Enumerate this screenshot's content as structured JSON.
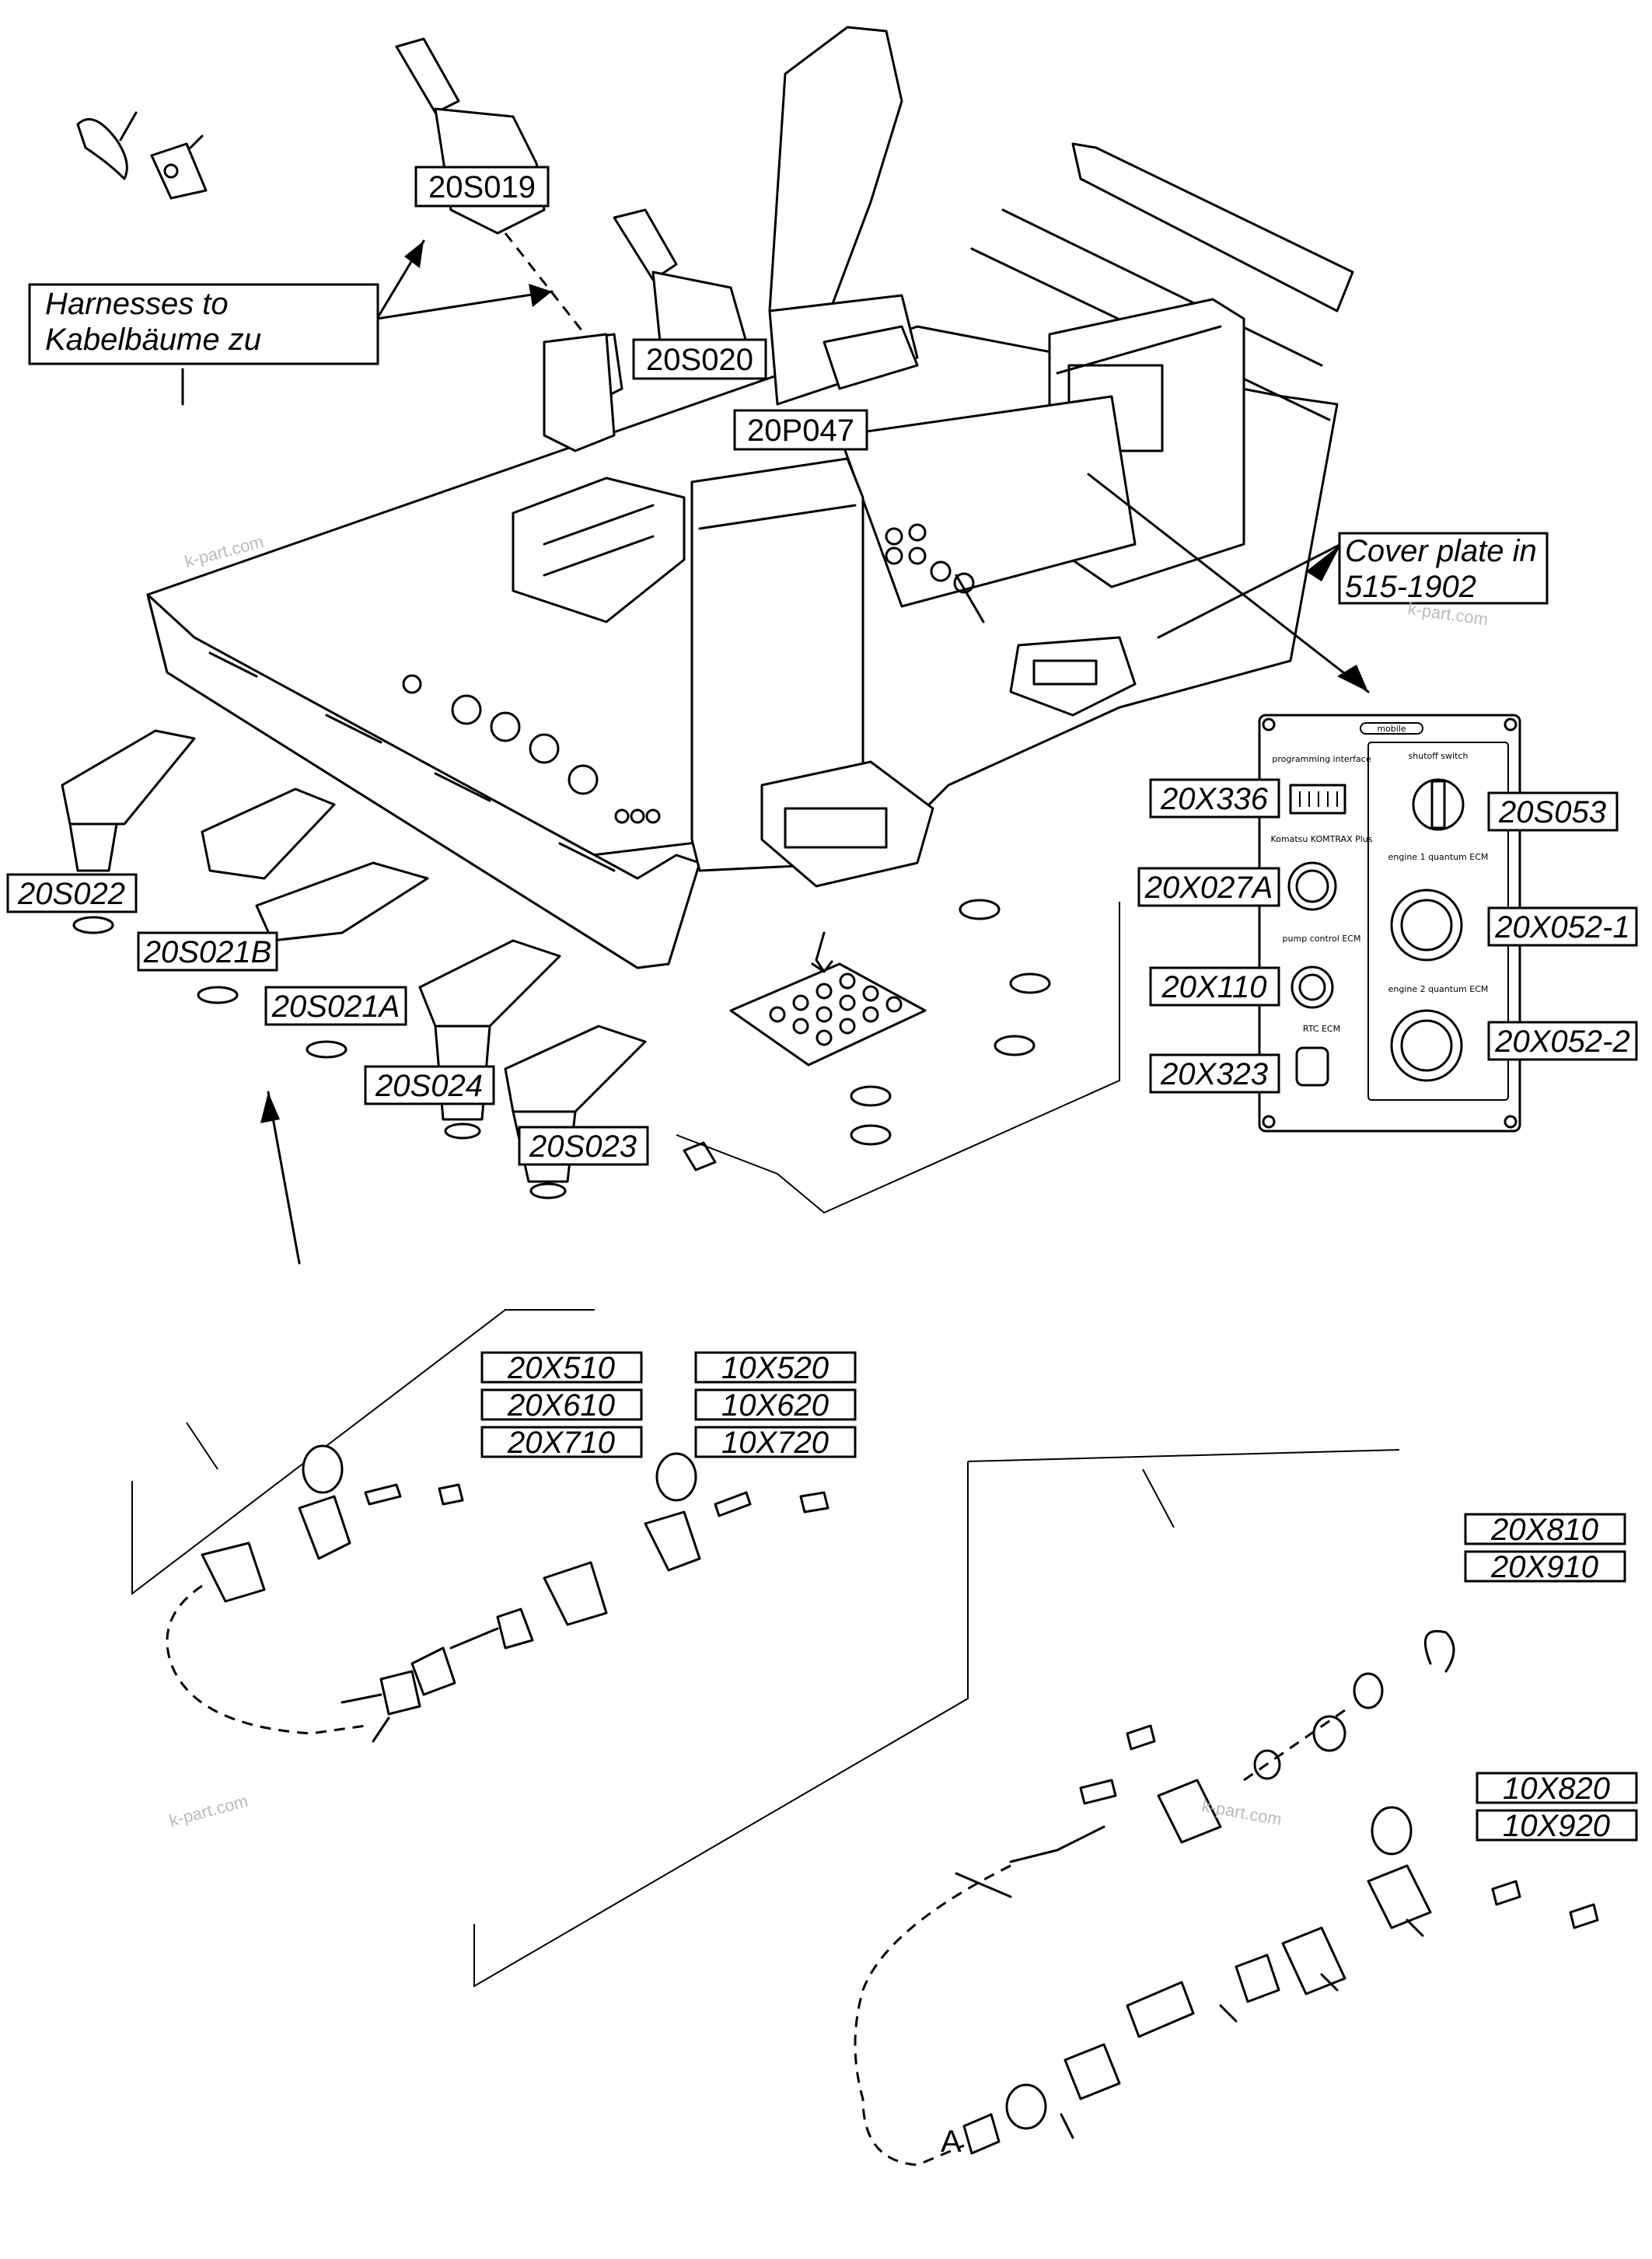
{
  "callouts": {
    "harnesses": [
      "Harnesses to",
      "Kabelbäume zu"
    ],
    "cover_plate": [
      "Cover plate in",
      "515-1902"
    ]
  },
  "labels": {
    "s019": "20S019",
    "s020": "20S020",
    "p047": "20P047",
    "s022": "20S022",
    "s021b": "20S021B",
    "s021a": "20S021A",
    "s024": "20S024",
    "s023": "20S023",
    "x336": "20X336",
    "x027a": "20X027A",
    "x110": "20X110",
    "x323": "20X323",
    "s053": "20S053",
    "x052_1": "20X052-1",
    "x052_2": "20X052-2"
  },
  "connector_labels": {
    "left": [
      "20X510",
      "20X610",
      "20X710"
    ],
    "right": [
      "10X520",
      "10X620",
      "10X720"
    ],
    "group_810": [
      "20X810",
      "20X910"
    ],
    "group_820": [
      "10X820",
      "10X920"
    ]
  },
  "panel": {
    "header": "mobile",
    "programming": "programming interface",
    "komtrax": "Komatsu KOMTRAX Plus",
    "pump": "pump control ECM",
    "rtc": "RTC ECM",
    "shutoff": "shutoff switch",
    "engine1": "engine 1 quantum ECM",
    "engine2": "engine 2 quantum ECM"
  },
  "marker_a": "A",
  "watermark": "k-part.com"
}
